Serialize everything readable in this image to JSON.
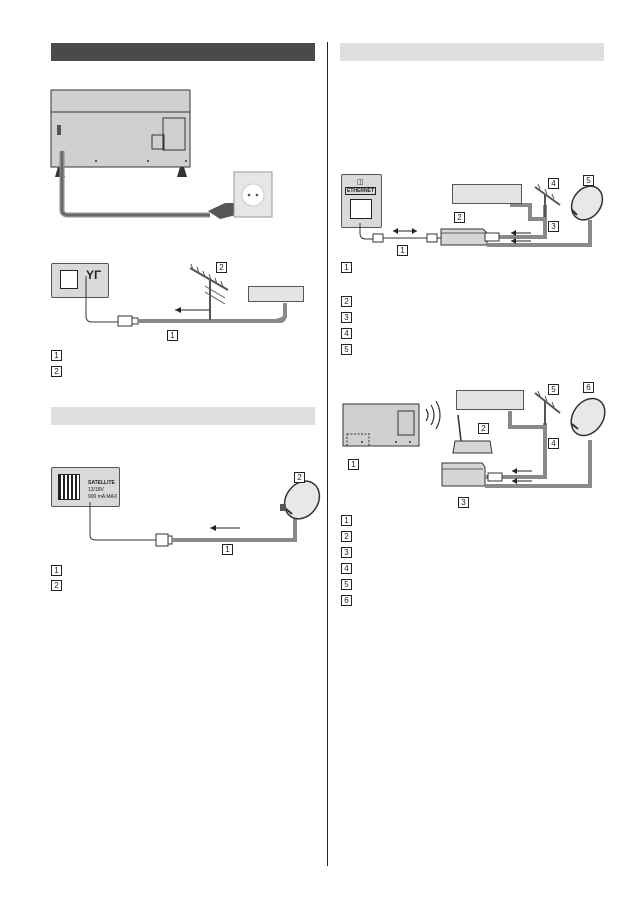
{
  "left_column": {
    "section1_header": "",
    "antenna_panel": {
      "symbol": "ΥΓ"
    },
    "callouts_fig2": [
      "2",
      "1"
    ],
    "legend_fig2": [
      {
        "num": "1",
        "text": ""
      },
      {
        "num": "2",
        "text": ""
      }
    ],
    "section2_header": "",
    "satellite_panel": {
      "label1": "SATELLITE",
      "label2": "13/18V",
      "label3": "900 mA MAX"
    },
    "callouts_fig3": [
      "2",
      "1"
    ],
    "legend_fig3": [
      {
        "num": "1",
        "text": ""
      },
      {
        "num": "2",
        "text": ""
      }
    ]
  },
  "right_column": {
    "section_header": "",
    "ethernet_panel": {
      "label": "ETHERNET"
    },
    "callouts_fig4": [
      "1",
      "2",
      "3",
      "4",
      "5"
    ],
    "legend_fig4": [
      {
        "num": "1",
        "text": ""
      },
      {
        "num": "2",
        "text": ""
      },
      {
        "num": "3",
        "text": ""
      },
      {
        "num": "4",
        "text": ""
      },
      {
        "num": "5",
        "text": ""
      }
    ],
    "callouts_fig5": [
      "1",
      "2",
      "3",
      "4",
      "5",
      "6"
    ],
    "legend_fig5": [
      {
        "num": "1",
        "text": ""
      },
      {
        "num": "2",
        "text": ""
      },
      {
        "num": "3",
        "text": ""
      },
      {
        "num": "4",
        "text": ""
      },
      {
        "num": "5",
        "text": ""
      },
      {
        "num": "6",
        "text": ""
      }
    ]
  },
  "colors": {
    "dark_header": "#4a4a4a",
    "light_header": "#dedede",
    "cable": "#8a8a8a",
    "panel": "#d9d9d9"
  }
}
